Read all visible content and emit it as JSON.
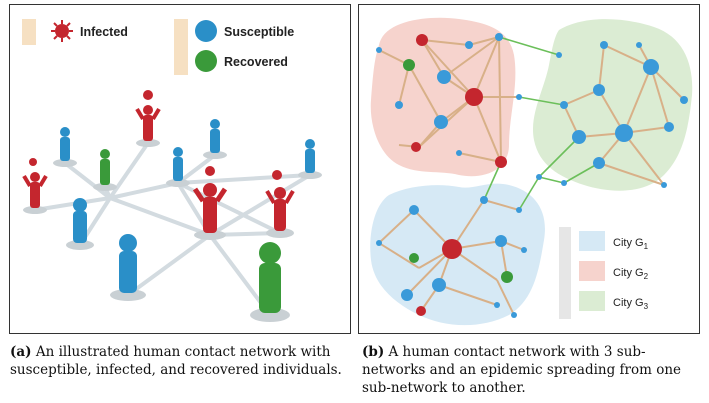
{
  "panel_a": {
    "legend": {
      "infected": "Infected",
      "susceptible": "Susceptible",
      "recovered": "Recovered"
    },
    "colors": {
      "infected": "#c4262e",
      "susceptible": "#2a8fc8",
      "recovered": "#3a9a3a",
      "link": "#d0d8dc"
    }
  },
  "panel_b": {
    "legend": {
      "city1": {
        "base": "City G",
        "sub": "1"
      },
      "city2": {
        "base": "City G",
        "sub": "2"
      },
      "city3": {
        "base": "City G",
        "sub": "3"
      }
    },
    "colors": {
      "city1": "#d6e9f5",
      "city2": "#f6d3cd",
      "city3": "#dbecd3",
      "edge": "#d8b088",
      "bridge": "#6bbf5a",
      "susceptible": "#3a9ad9",
      "infected": "#c4262e",
      "recovered": "#3a9a3a"
    }
  },
  "captions": {
    "a_label": "(a)",
    "a_text": "An illustrated human contact network with susceptible, infected, and recovered individuals.",
    "b_label": "(b)",
    "b_text": "A human contact network with 3 sub-networks and an epidemic spreading from one sub-network to another."
  }
}
